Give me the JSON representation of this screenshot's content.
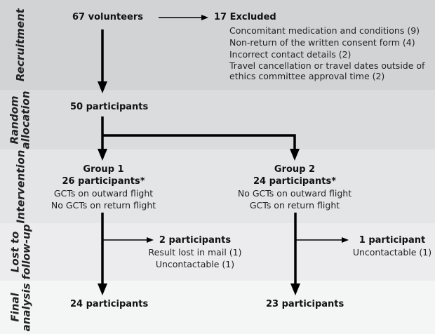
{
  "stages": [
    {
      "label": "Recruitment"
    },
    {
      "label": "Random\nallocation"
    },
    {
      "label": "Intervention"
    },
    {
      "label": "Lost to\nfollow-up"
    },
    {
      "label": "Final\nanalysis"
    }
  ],
  "recruitment": {
    "volunteers": "67 volunteers",
    "excluded_title": "17 Excluded",
    "excluded_reasons": [
      "Concomitant medication and conditions (9)",
      "Non-return of the written consent form (4)",
      "Incorrect contact details (2)",
      "Travel cancellation or travel dates outside of",
      "ethics committee approval time (2)"
    ]
  },
  "allocation": {
    "participants": "50 participants"
  },
  "groups": [
    {
      "name": "Group 1",
      "participants": "26 participants*",
      "lines": [
        "GCTs on outward flight",
        "No GCTs on return flight"
      ],
      "lost_title": "2 participants",
      "lost_reasons": [
        "Result lost in mail (1)",
        "Uncontactable (1)"
      ],
      "final": "24 participants"
    },
    {
      "name": "Group 2",
      "participants": "24 participants*",
      "lines": [
        "No GCTs on outward flight",
        "GCTs on return flight"
      ],
      "lost_title": "1 participant",
      "lost_reasons": [
        "Uncontactable (1)"
      ],
      "final": "23 participants"
    }
  ]
}
